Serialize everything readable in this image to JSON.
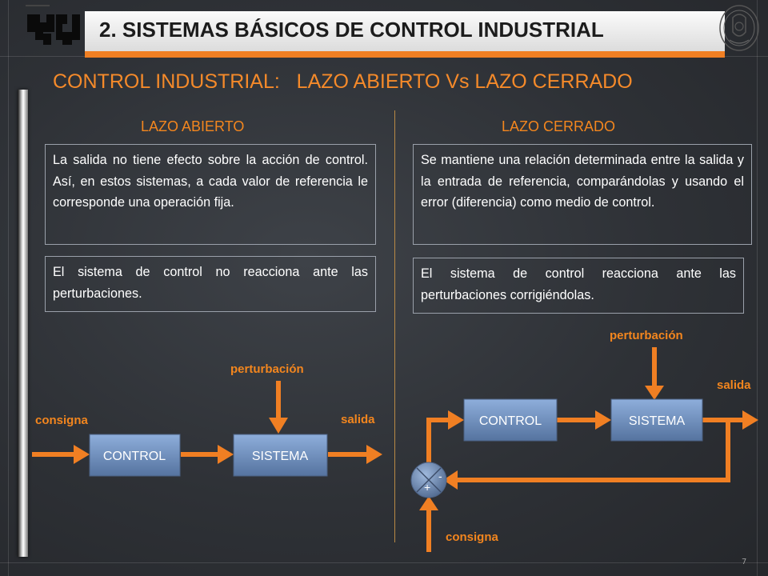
{
  "header": {
    "title": "2. SISTEMAS BÁSICOS DE CONTROL INDUSTRIAL",
    "logo_left": "university-logo",
    "logo_right": "school-seal"
  },
  "main_title": "CONTROL INDUSTRIAL:   LAZO ABIERTO Vs LAZO CERRADO",
  "open_loop": {
    "heading": "LAZO ABIERTO",
    "text1": "La salida no tiene efecto sobre la acción de control. Así, en estos sistemas, a cada valor de referencia le corresponde una operación fija.",
    "text2": "El sistema de control no reacciona ante las perturbaciones.",
    "diagram": {
      "consigna": "consigna",
      "perturbacion": "perturbación",
      "salida": "salida",
      "control": "CONTROL",
      "sistema": "SISTEMA"
    }
  },
  "closed_loop": {
    "heading": "LAZO CERRADO",
    "text1": "Se mantiene una relación determinada entre la salida y la entrada de referencia, comparándolas y usando el error (diferencia) como medio de control.",
    "text2": "El sistema de control reacciona ante las perturbaciones corrigiéndolas.",
    "diagram": {
      "consigna": "consigna",
      "perturbacion": "perturbación",
      "salida": "salida",
      "control": "CONTROL",
      "sistema": "SISTEMA",
      "minus": "-",
      "plus": "+"
    }
  },
  "page_number": "7",
  "colors": {
    "accent": "#f07f23",
    "heading": "#f58a2a",
    "block": "#6b8dbf"
  }
}
